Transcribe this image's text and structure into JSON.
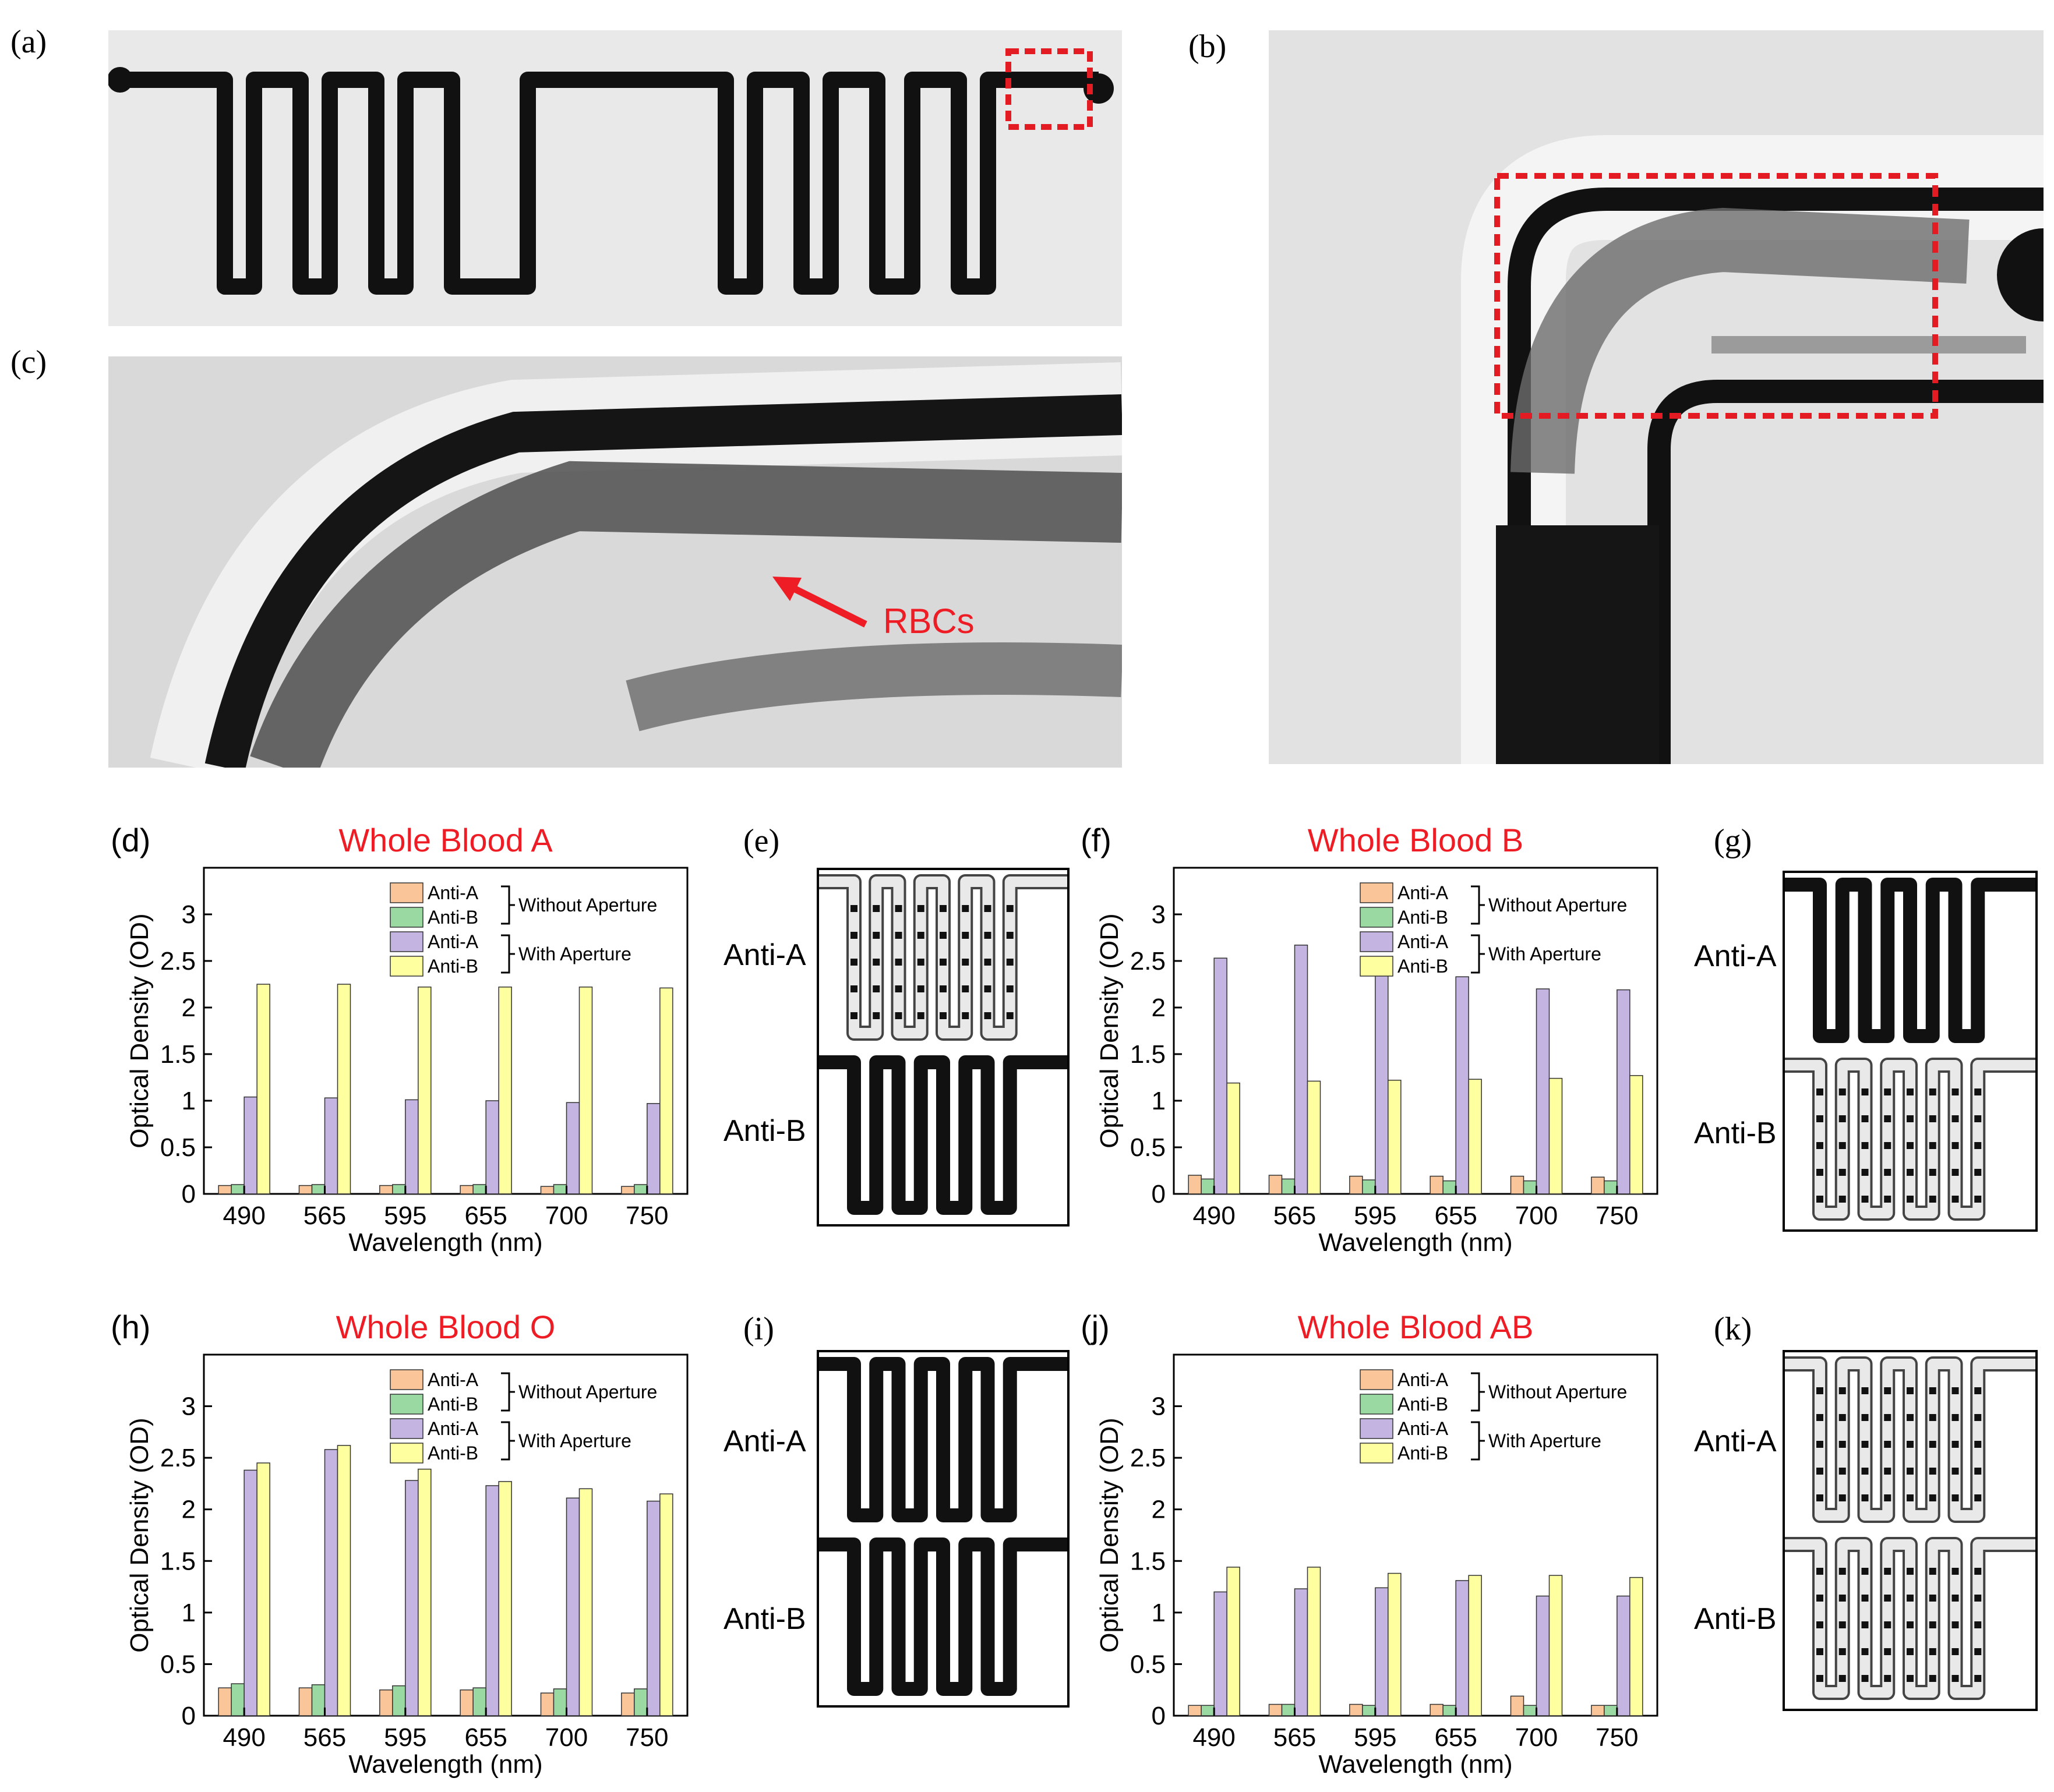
{
  "panels": {
    "a": "(a)",
    "b": "(b)",
    "c": "(c)",
    "d": "(d)",
    "e": "(e)",
    "f": "(f)",
    "g": "(g)",
    "h": "(h)",
    "i": "(i)",
    "j": "(j)",
    "k": "(k)"
  },
  "rbc_label": "RBCs",
  "micro_labels": {
    "anti_a": "Anti-A",
    "anti_b": "Anti-B"
  },
  "colors": {
    "title_red": "#ee1c24",
    "anti_a_without": "#fbc59a",
    "anti_b_without": "#9ad9a2",
    "anti_a_with": "#c4b4e2",
    "anti_b_with": "#feff9e",
    "highlight_box": "#e31b23"
  },
  "chart_data": [
    {
      "panel": "(d)",
      "type": "bar",
      "title": "Whole Blood A",
      "xlabel": "Wavelength (nm)",
      "ylabel": "Optical Density (OD)",
      "ylim": [
        0,
        3.5
      ],
      "yticks": [
        "0",
        "0.5",
        "1",
        "1.5",
        "2",
        "2.5",
        "3"
      ],
      "categories": [
        "490",
        "565",
        "595",
        "655",
        "700",
        "750"
      ],
      "legend_groups": [
        "Without Aperture",
        "With Aperture"
      ],
      "series": [
        {
          "name": "Anti-A",
          "group": "Without Aperture",
          "values": [
            0.09,
            0.09,
            0.09,
            0.09,
            0.08,
            0.08
          ]
        },
        {
          "name": "Anti-B",
          "group": "Without Aperture",
          "values": [
            0.1,
            0.1,
            0.1,
            0.1,
            0.1,
            0.1
          ]
        },
        {
          "name": "Anti-A",
          "group": "With Aperture",
          "values": [
            1.04,
            1.03,
            1.01,
            1.0,
            0.98,
            0.97
          ]
        },
        {
          "name": "Anti-B",
          "group": "With Aperture",
          "values": [
            2.25,
            2.25,
            2.22,
            2.22,
            2.22,
            2.21
          ]
        }
      ]
    },
    {
      "panel": "(f)",
      "type": "bar",
      "title": "Whole Blood B",
      "xlabel": "Wavelength (nm)",
      "ylabel": "Optical Density (OD)",
      "ylim": [
        0,
        3.5
      ],
      "yticks": [
        "0",
        "0.5",
        "1",
        "1.5",
        "2",
        "2.5",
        "3"
      ],
      "categories": [
        "490",
        "565",
        "595",
        "655",
        "700",
        "750"
      ],
      "legend_groups": [
        "Without Aperture",
        "With Aperture"
      ],
      "series": [
        {
          "name": "Anti-A",
          "group": "Without Aperture",
          "values": [
            0.2,
            0.2,
            0.19,
            0.19,
            0.19,
            0.18
          ]
        },
        {
          "name": "Anti-B",
          "group": "Without Aperture",
          "values": [
            0.16,
            0.16,
            0.15,
            0.14,
            0.14,
            0.14
          ]
        },
        {
          "name": "Anti-A",
          "group": "With Aperture",
          "values": [
            2.53,
            2.67,
            2.38,
            2.33,
            2.2,
            2.19
          ]
        },
        {
          "name": "Anti-B",
          "group": "With Aperture",
          "values": [
            1.19,
            1.21,
            1.22,
            1.23,
            1.24,
            1.27
          ]
        }
      ]
    },
    {
      "panel": "(h)",
      "type": "bar",
      "title": "Whole Blood O",
      "xlabel": "Wavelength (nm)",
      "ylabel": "Optical Density (OD)",
      "ylim": [
        0,
        3.5
      ],
      "yticks": [
        "0",
        "0.5",
        "1",
        "1.5",
        "2",
        "2.5",
        "3"
      ],
      "categories": [
        "490",
        "565",
        "595",
        "655",
        "700",
        "750"
      ],
      "legend_groups": [
        "Without Aperture",
        "With Aperture"
      ],
      "series": [
        {
          "name": "Anti-A",
          "group": "Without Aperture",
          "values": [
            0.27,
            0.27,
            0.25,
            0.25,
            0.22,
            0.22
          ]
        },
        {
          "name": "Anti-B",
          "group": "Without Aperture",
          "values": [
            0.31,
            0.3,
            0.29,
            0.27,
            0.26,
            0.26
          ]
        },
        {
          "name": "Anti-A",
          "group": "With Aperture",
          "values": [
            2.38,
            2.58,
            2.28,
            2.23,
            2.11,
            2.08
          ]
        },
        {
          "name": "Anti-B",
          "group": "With Aperture",
          "values": [
            2.45,
            2.62,
            2.39,
            2.27,
            2.2,
            2.15
          ]
        }
      ]
    },
    {
      "panel": "(j)",
      "type": "bar",
      "title": "Whole Blood AB",
      "xlabel": "Wavelength (nm)",
      "ylabel": "Optical Density (OD)",
      "ylim": [
        0,
        3.5
      ],
      "yticks": [
        "0",
        "0.5",
        "1",
        "1.5",
        "2",
        "2.5",
        "3"
      ],
      "categories": [
        "490",
        "565",
        "595",
        "655",
        "700",
        "750"
      ],
      "legend_groups": [
        "Without Aperture",
        "With Aperture"
      ],
      "series": [
        {
          "name": "Anti-A",
          "group": "Without Aperture",
          "values": [
            0.1,
            0.11,
            0.11,
            0.11,
            0.19,
            0.1
          ]
        },
        {
          "name": "Anti-B",
          "group": "Without Aperture",
          "values": [
            0.1,
            0.11,
            0.1,
            0.1,
            0.1,
            0.1
          ]
        },
        {
          "name": "Anti-A",
          "group": "With Aperture",
          "values": [
            1.2,
            1.23,
            1.24,
            1.31,
            1.16,
            1.16
          ]
        },
        {
          "name": "Anti-B",
          "group": "With Aperture",
          "values": [
            1.44,
            1.44,
            1.38,
            1.36,
            1.36,
            1.34
          ]
        }
      ]
    }
  ]
}
